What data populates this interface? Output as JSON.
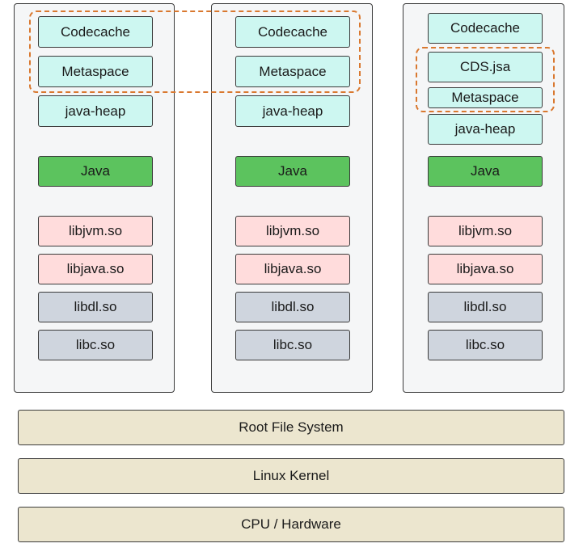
{
  "columns": [
    {
      "codecache": "Codecache",
      "metaspace": "Metaspace",
      "heap": "java-heap",
      "java": "Java",
      "libs": [
        "libjvm.so",
        "libjava.so",
        "libdl.so",
        "libc.so"
      ]
    },
    {
      "codecache": "Codecache",
      "metaspace": "Metaspace",
      "heap": "java-heap",
      "java": "Java",
      "libs": [
        "libjvm.so",
        "libjava.so",
        "libdl.so",
        "libc.so"
      ]
    },
    {
      "codecache": "Codecache",
      "cds": "CDS.jsa",
      "metaspace": "Metaspace",
      "heap": "java-heap",
      "java": "Java",
      "libs": [
        "libjvm.so",
        "libjava.so",
        "libdl.so",
        "libc.so"
      ]
    }
  ],
  "layers": [
    "Root File System",
    "Linux Kernel",
    "CPU / Hardware"
  ],
  "colors": {
    "memory": "#cdf7f1",
    "java": "#5cc35e",
    "jvm_libs": "#ffdcdc",
    "system_libs": "#cfd5de",
    "layer": "#ece6cf",
    "shared_outline": "#d9782f"
  }
}
